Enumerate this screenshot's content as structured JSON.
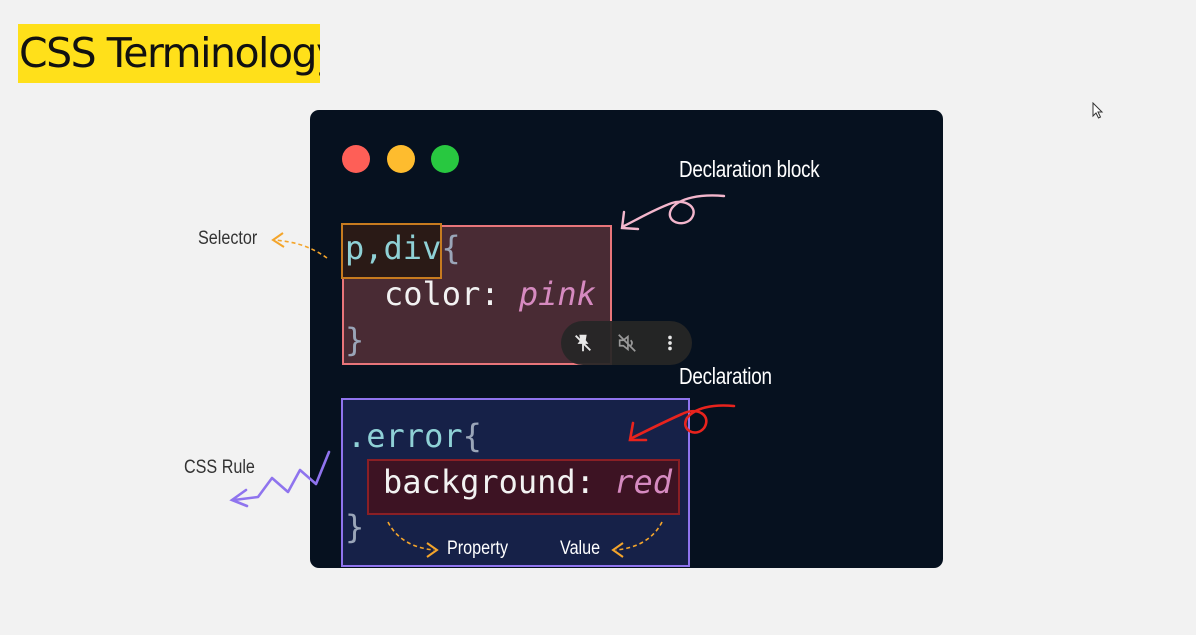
{
  "slide": {
    "title": "CSS Terminology"
  },
  "code": {
    "rule1": {
      "selector": "p,div",
      "open_brace": "{",
      "property": "color",
      "colon": ": ",
      "value": "pink",
      "close_brace": "}"
    },
    "rule2": {
      "selector": ".error",
      "open_brace": "{",
      "property": "background",
      "colon": ": ",
      "value": "red",
      "close_brace": "}"
    }
  },
  "annotations": {
    "selector": "Selector",
    "declaration_block": "Declaration block",
    "declaration": "Declaration",
    "css_rule": "CSS Rule",
    "property": "Property",
    "value": "Value"
  },
  "window_controls": {
    "close_color": "#fe5f57",
    "minimize_color": "#febc2e",
    "maximize_color": "#28c840"
  },
  "video_overlay": {
    "icons": [
      "unpin-icon",
      "mute-icon",
      "more-vertical-icon"
    ]
  },
  "colors": {
    "title_highlight": "#ffe01a",
    "editor_background": "#06111f",
    "selector_border": "#c77b1f",
    "declaration_block_border": "#e8757a",
    "css_rule_border": "#8f74ee",
    "declaration_border": "#8a1f25"
  }
}
